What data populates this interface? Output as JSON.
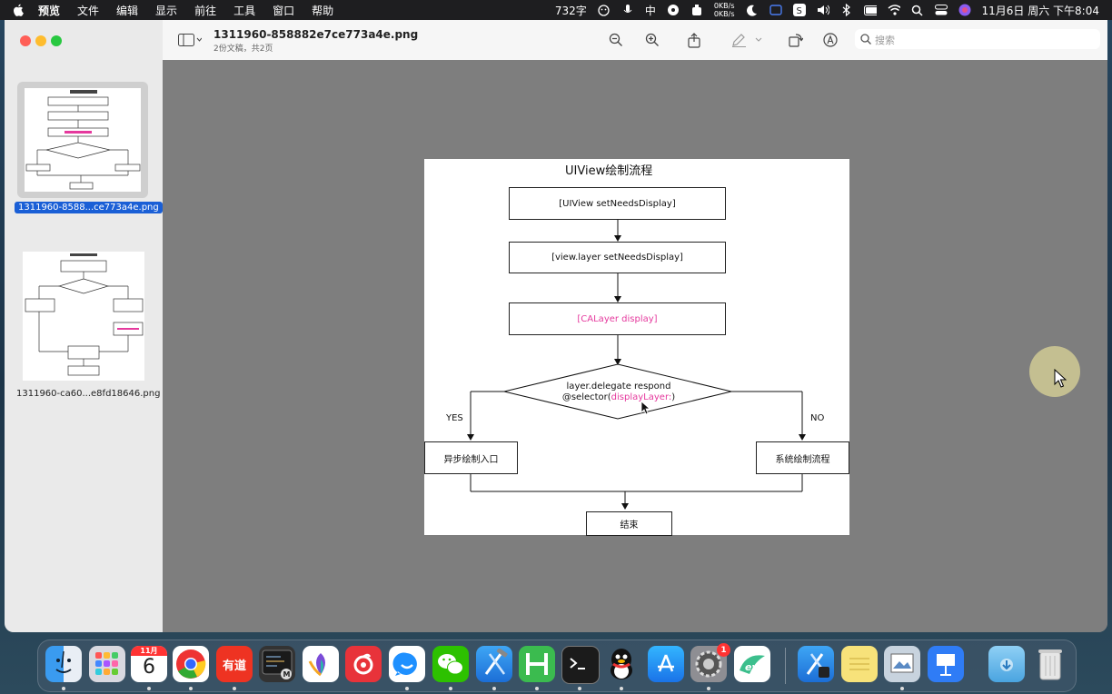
{
  "menubar": {
    "app_name": "预览",
    "menus": [
      "文件",
      "编辑",
      "显示",
      "前往",
      "工具",
      "窗口",
      "帮助"
    ],
    "word_count": "732字",
    "input_method": "中",
    "net_up": "0KB/s",
    "net_down": "0KB/s",
    "clock": "11月6日 周六 下午8:04"
  },
  "window": {
    "doc_title": "1311960-858882e7ce773a4e.png",
    "doc_subtitle": "2份文稿，共2页",
    "search_placeholder": "搜索"
  },
  "sidebar": {
    "thumb1_label": "1311960-8588...ce773a4e.png",
    "thumb2_label": "1311960-ca60...e8fd18646.png"
  },
  "flowchart": {
    "title": "UIView绘制流程",
    "step1": "[UIView setNeedsDisplay]",
    "step2": "[view.layer setNeedsDisplay]",
    "step3": "[CALayer display]",
    "decision_line1": "layer.delegate respond",
    "decision_prefix": "@selector(",
    "decision_selector": "displayLayer:",
    "decision_suffix": ")",
    "yes_label": "YES",
    "no_label": "NO",
    "yes_box": "异步绘制入口",
    "no_box": "系统绘制流程",
    "end_box": "结束"
  },
  "dock": {
    "calendar_month": "11月",
    "calendar_day": "6",
    "youdao_label": "有道",
    "settings_badge": "1"
  },
  "colors": {
    "selected_label_bg": "#1a5fd6",
    "selector_pink": "#e5399d"
  }
}
